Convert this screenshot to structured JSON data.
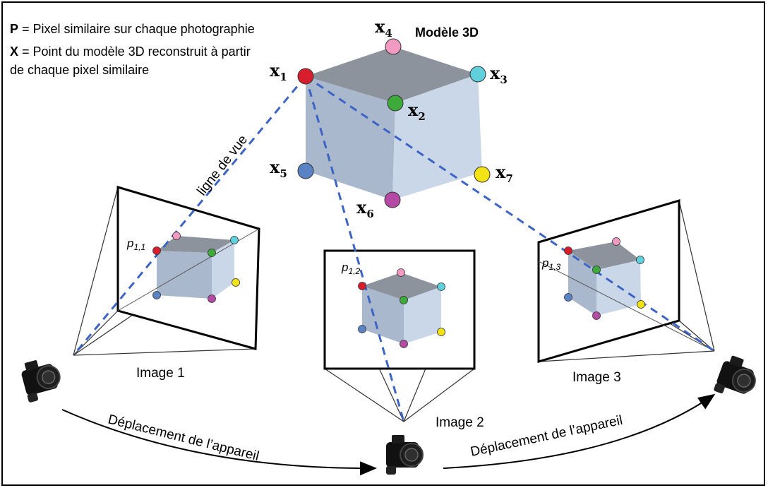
{
  "legend": {
    "p_key": "P",
    "p_text": " = Pixel similaire sur chaque photographie",
    "x_key": "X",
    "x_text_line1": " = Point du modèle 3D reconstruit à partir",
    "x_text_line2": "de chaque pixel similaire"
  },
  "model_title": "Modèle 3D",
  "points": {
    "x1": "x1",
    "x2": "x2",
    "x3": "x3",
    "x4": "x4",
    "x5": "x5",
    "x6": "x6",
    "x7": "x7"
  },
  "sight_line_label": "ligne de vue",
  "images": {
    "image1": "Image 1",
    "image2": "Image 2",
    "image3": "Image 3",
    "p11": "p1,1",
    "p12": "p1,2",
    "p13": "p1,3"
  },
  "movement": {
    "left": "Déplacement de l’appareil",
    "right": "Déplacement de l’appareil"
  },
  "colors": {
    "cube_top": "#8c939d",
    "cube_left": "#a9b8cc",
    "cube_right": "#c9d7e8",
    "dash": "#3d63c4",
    "red": "#d81e2c",
    "pink": "#f29ac1",
    "cyan": "#5fd0dc",
    "green": "#3daa3a",
    "blue": "#5a83c6",
    "magenta": "#b44aa3",
    "yellow": "#f3e315"
  }
}
